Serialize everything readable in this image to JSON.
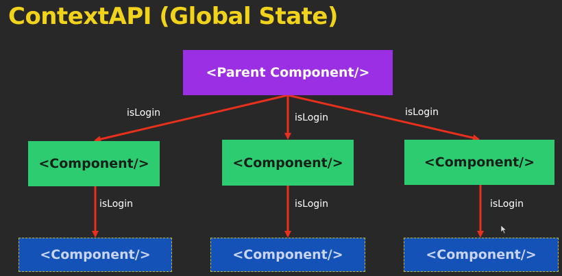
{
  "title": "ContextAPI (Global State)",
  "parent": {
    "label": "<Parent Component/>"
  },
  "children": [
    {
      "label": "<Component/>"
    },
    {
      "label": "<Component/>"
    },
    {
      "label": "<Component/>"
    }
  ],
  "leaves": [
    {
      "label": "<Component/>"
    },
    {
      "label": "<Component/>"
    },
    {
      "label": "<Component/>"
    }
  ],
  "edge_labels": {
    "top_left": "isLogin",
    "top_middle": "isLogin",
    "top_right": "isLogin",
    "bottom_left": "isLogin",
    "bottom_middle": "isLogin",
    "bottom_right": "isLogin"
  },
  "colors": {
    "title": "#f2d31b",
    "parent": "#9b2fe3",
    "child": "#2ecc71",
    "leaf": "#1552b8",
    "arrow": "#e8301c"
  }
}
